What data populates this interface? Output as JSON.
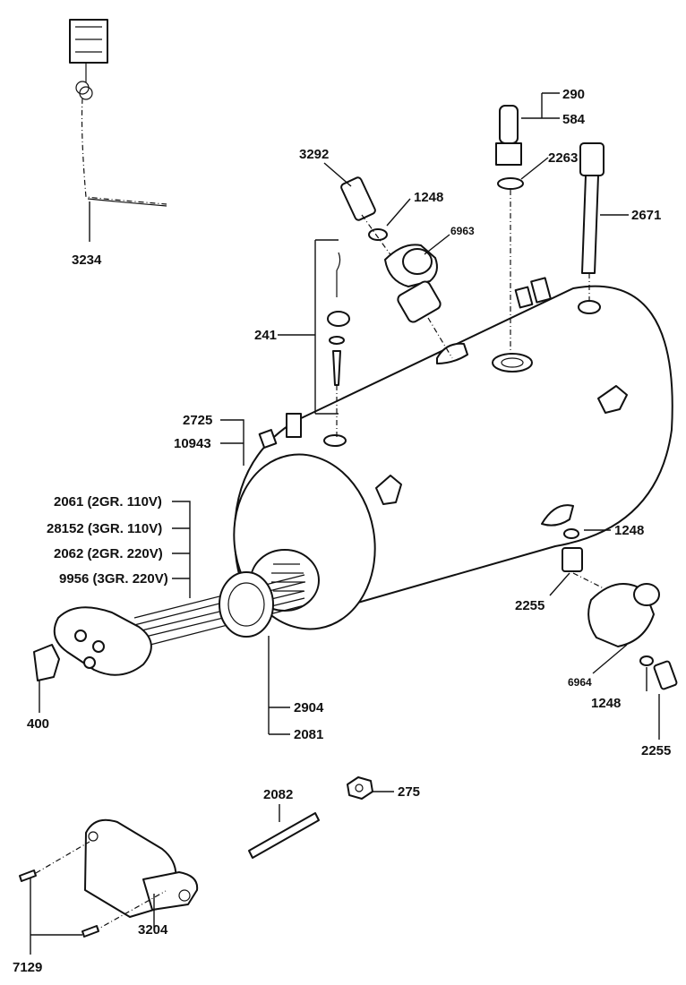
{
  "labels": {
    "p290": "290",
    "p584": "584",
    "p2263": "2263",
    "p2671": "2671",
    "p3292": "3292",
    "p1248_top": "1248",
    "p6963": "6963",
    "p3234": "3234",
    "p241": "241",
    "p2725": "2725",
    "p10943": "10943",
    "p2061": "2061 (2GR. 110V)",
    "p28152": "28152 (3GR. 110V)",
    "p2062": "2062 (2GR. 220V)",
    "p9956": "9956 (3GR. 220V)",
    "p1248_right": "1248",
    "p2255_mid": "2255",
    "p6964": "6964",
    "p1248_low": "1248",
    "p2255_low": "2255",
    "p400": "400",
    "p2904": "2904",
    "p2081": "2081",
    "p2082": "2082",
    "p275": "275",
    "p3204": "3204",
    "p7129": "7129"
  }
}
